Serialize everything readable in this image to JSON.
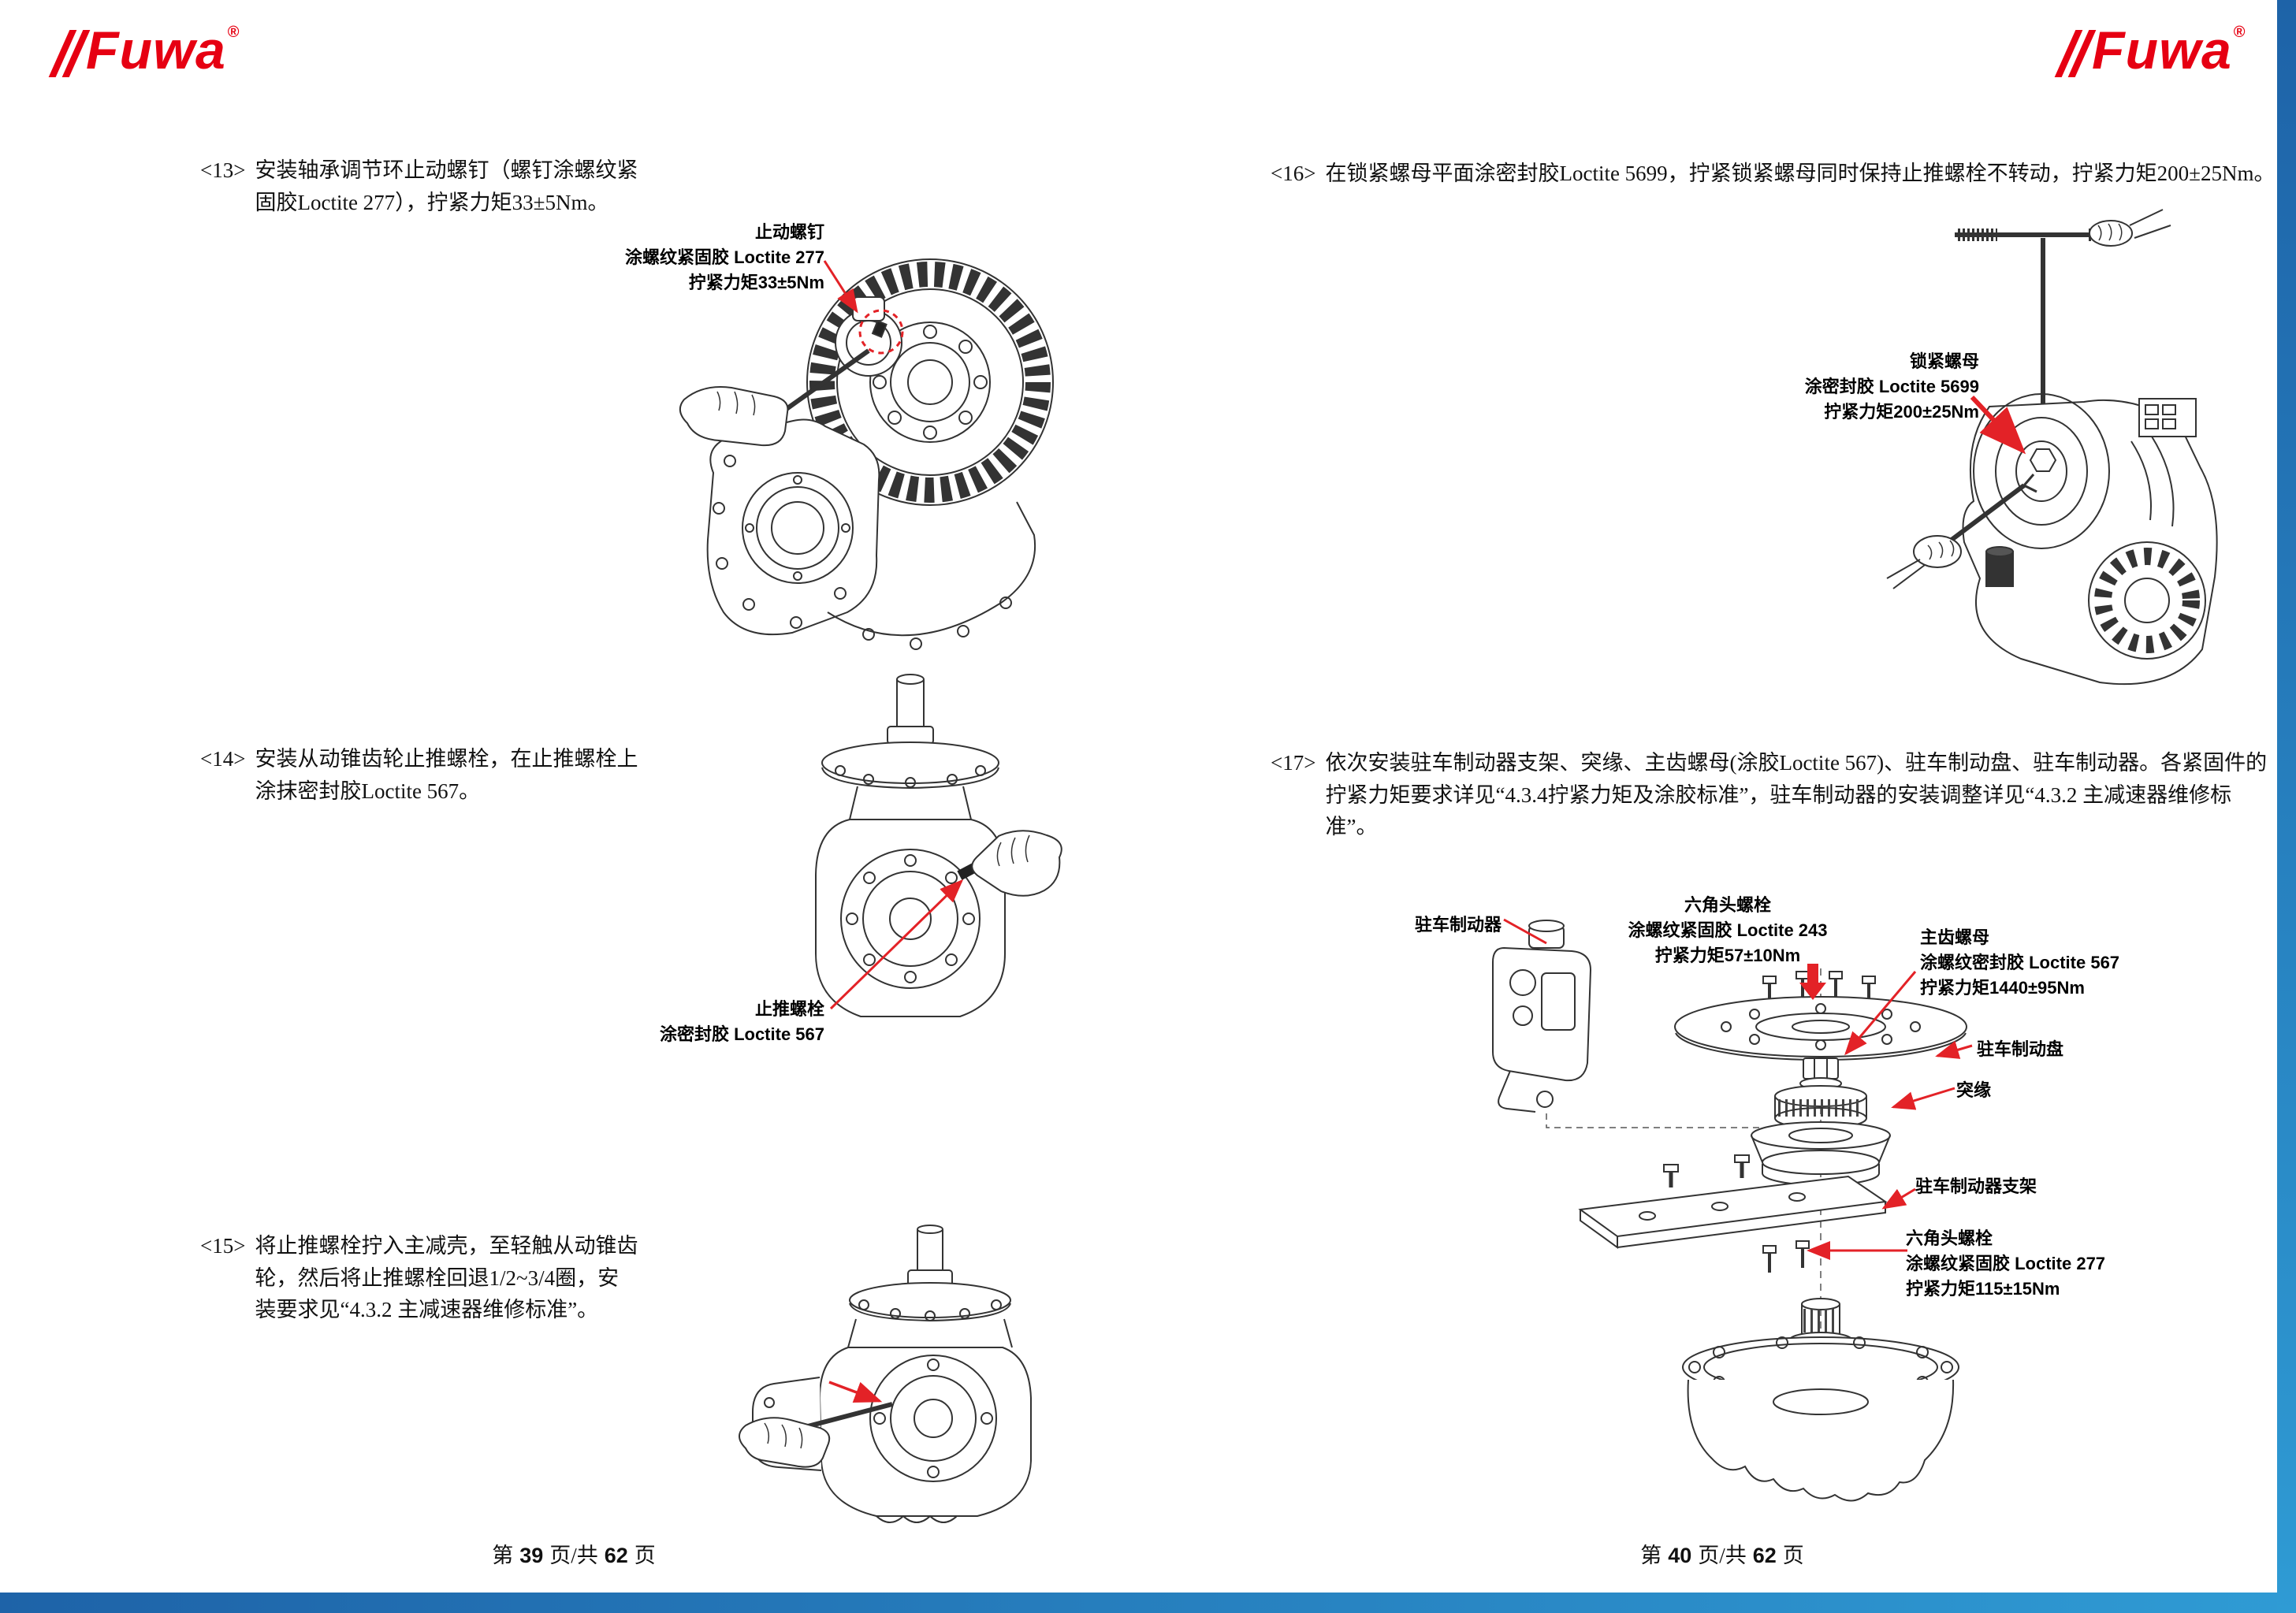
{
  "brand": {
    "name": "Fuwa",
    "reg": "®"
  },
  "colors": {
    "logo_red": "#e60012",
    "annotation_red": "#e32227",
    "bar_blue_dark": "#1e63a8",
    "bar_blue_light": "#2f9bd4"
  },
  "left_page": {
    "steps": [
      {
        "num": "<13>",
        "text": "安装轴承调节环止动螺钉（螺钉涂螺纹紧\n固胶Loctite 277），拧紧力矩33±5Nm。"
      },
      {
        "num": "<14>",
        "text": "安装从动锥齿轮止推螺栓，在止推螺栓上\n涂抹密封胶Loctite 567。"
      },
      {
        "num": "<15>",
        "text": "将止推螺栓拧入主减壳，至轻触从动锥齿\n轮，然后将止推螺栓回退1/2~3/4圈，安\n装要求见“4.3.2 主减速器维修标准”。"
      }
    ],
    "callout_stop_screw": {
      "line1": "止动螺钉",
      "line2": "涂螺纹紧固胶 Loctite 277",
      "line3": "拧紧力矩33±5Nm"
    },
    "callout_thrust_bolt": {
      "line1": "止推螺栓",
      "line2": "涂密封胶 Loctite 567"
    },
    "footer": {
      "pre": "第",
      "page": "39",
      "mid": "页/共",
      "total": "62",
      "post": "页"
    }
  },
  "right_page": {
    "steps": [
      {
        "num": "<16>",
        "text": "在锁紧螺母平面涂密封胶Loctite 5699，拧紧锁紧螺母同时保持止推螺栓不转动，拧紧力矩200±25Nm。"
      },
      {
        "num": "<17>",
        "text": "依次安装驻车制动器支架、突缘、主齿螺母(涂胶Loctite 567)、驻车制动盘、驻车制动器。各紧固件的\n拧紧力矩要求详见“4.3.4拧紧力矩及涂胶标准”，驻车制动器的安装调整详见“4.3.2 主减速器维修标\n准”。"
      }
    ],
    "callout_lock_nut": {
      "line1": "锁紧螺母",
      "line2": "涂密封胶 Loctite 5699",
      "line3": "拧紧力矩200±25Nm"
    },
    "exploded": {
      "brake": "驻车制动器",
      "hex_bolt_top": {
        "line1": "六角头螺栓",
        "line2": "涂螺纹紧固胶 Loctite 243",
        "line3": "拧紧力矩57±10Nm"
      },
      "main_nut": {
        "line1": "主齿螺母",
        "line2": "涂螺纹密封胶 Loctite 567",
        "line3": "拧紧力矩1440±95Nm"
      },
      "brake_disc": "驻车制动盘",
      "flange": "突缘",
      "bracket": "驻车制动器支架",
      "hex_bolt_bottom": {
        "line1": "六角头螺栓",
        "line2": "涂螺纹紧固胶 Loctite 277",
        "line3": "拧紧力矩115±15Nm"
      }
    },
    "footer": {
      "pre": "第",
      "page": "40",
      "mid": "页/共",
      "total": "62",
      "post": "页"
    }
  }
}
